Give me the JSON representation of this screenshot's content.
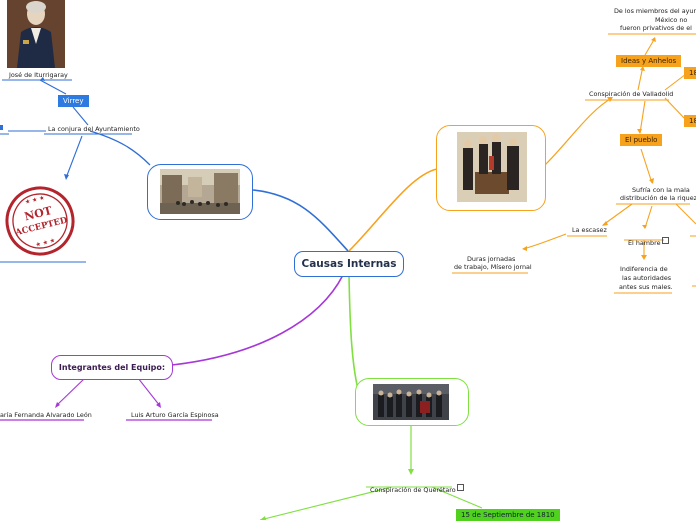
{
  "center": {
    "title": "Causas Internas"
  },
  "blue_branch": {
    "portrait_caption": "José de Iturrigaray",
    "virrey_label": "Virrey",
    "conjura_label": "La conjura del Ayuntamiento",
    "stamp_line1": "NOT",
    "stamp_line2": "ACCEPTED"
  },
  "orange_branch": {
    "top_note_line1": "De los miembros del ayunta",
    "top_note_line2": "México no",
    "top_note_line3": "fueron privativos de el",
    "ideas_label": "Ideas y Anhelos",
    "year_label_1": "18",
    "year_label_2": "18",
    "valladolid_label": "Conspiración de Valladolid",
    "pueblo_label": "El pueblo",
    "sufria_line1": "Sufría con la mala",
    "sufria_line2": "distribución de la riqueza",
    "escasez_label": "La escasez",
    "hambre_label": "El hambre",
    "jornadas_line1": "Duras jornadas",
    "jornadas_line2": "de trabajo, Mísero jornal",
    "indif_line1": "Indiferencia de",
    "indif_line2": "las autoridades",
    "indif_line3": "antes sus males."
  },
  "purple_branch": {
    "team_label": "Integrantes del Equipo:",
    "member1": "aría Fernanda Alvarado León",
    "member2": "Luis Arturo García Espinosa"
  },
  "green_branch": {
    "queretaro_label": "Conspiración de Querétaro",
    "date_label": "15 de Septiembre de 1810"
  },
  "colors": {
    "blue": "#2f6fd6",
    "orange": "#f7a21c",
    "green": "#7fe040",
    "purple": "#a637d8"
  }
}
